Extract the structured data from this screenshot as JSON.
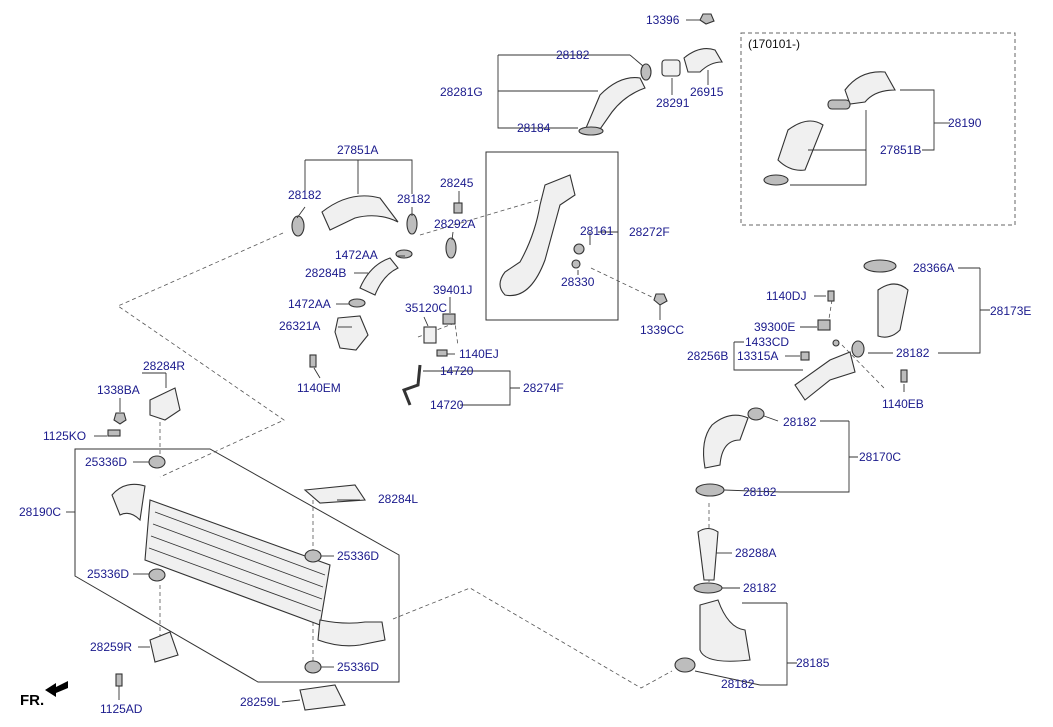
{
  "variant_note": "(170101-)",
  "direction": {
    "text": "FR.",
    "icon": "front-direction-arrow-icon"
  },
  "labels": {
    "l13396": "13396",
    "l28182_top": "28182",
    "l28281G": "28281G",
    "l28291": "28291",
    "l26915": "26915",
    "l28184": "28184",
    "l28190": "28190",
    "l27851B": "27851B",
    "l27851A": "27851A",
    "l28182_left": "28182",
    "l28182_mid": "28182",
    "l28245": "28245",
    "l28292A": "28292A",
    "l28161": "28161",
    "l28272F": "28272F",
    "l1472AA_a": "1472AA",
    "l28284B": "28284B",
    "l28330": "28330",
    "l39401J": "39401J",
    "l1472AA_b": "1472AA",
    "l35120C": "35120C",
    "l26321A": "26321A",
    "l1140EJ": "1140EJ",
    "l1140EM": "1140EM",
    "l14720_a": "14720",
    "l28274F": "28274F",
    "l14720_b": "14720",
    "l1339CC": "1339CC",
    "l28366A": "28366A",
    "l1140DJ": "1140DJ",
    "l28173E": "28173E",
    "l39300E": "39300E",
    "l1433CD": "1433CD",
    "l28256B": "28256B",
    "l13315A": "13315A",
    "l28182_r1": "28182",
    "l1140EB": "1140EB",
    "l28284R": "28284R",
    "l1338BA": "1338BA",
    "l1125KO": "1125KO",
    "l28182_r2": "28182",
    "l28170C": "28170C",
    "l25336D_a": "25336D",
    "l28182_r3": "28182",
    "l28284L": "28284L",
    "l28190C": "28190C",
    "l28288A": "28288A",
    "l25336D_b": "25336D",
    "l25336D_c": "25336D",
    "l28182_r4": "28182",
    "l28259R": "28259R",
    "l28185": "28185",
    "l25336D_d": "25336D",
    "l28182_r5": "28182",
    "l28259L": "28259L",
    "l1125AD": "1125AD"
  }
}
